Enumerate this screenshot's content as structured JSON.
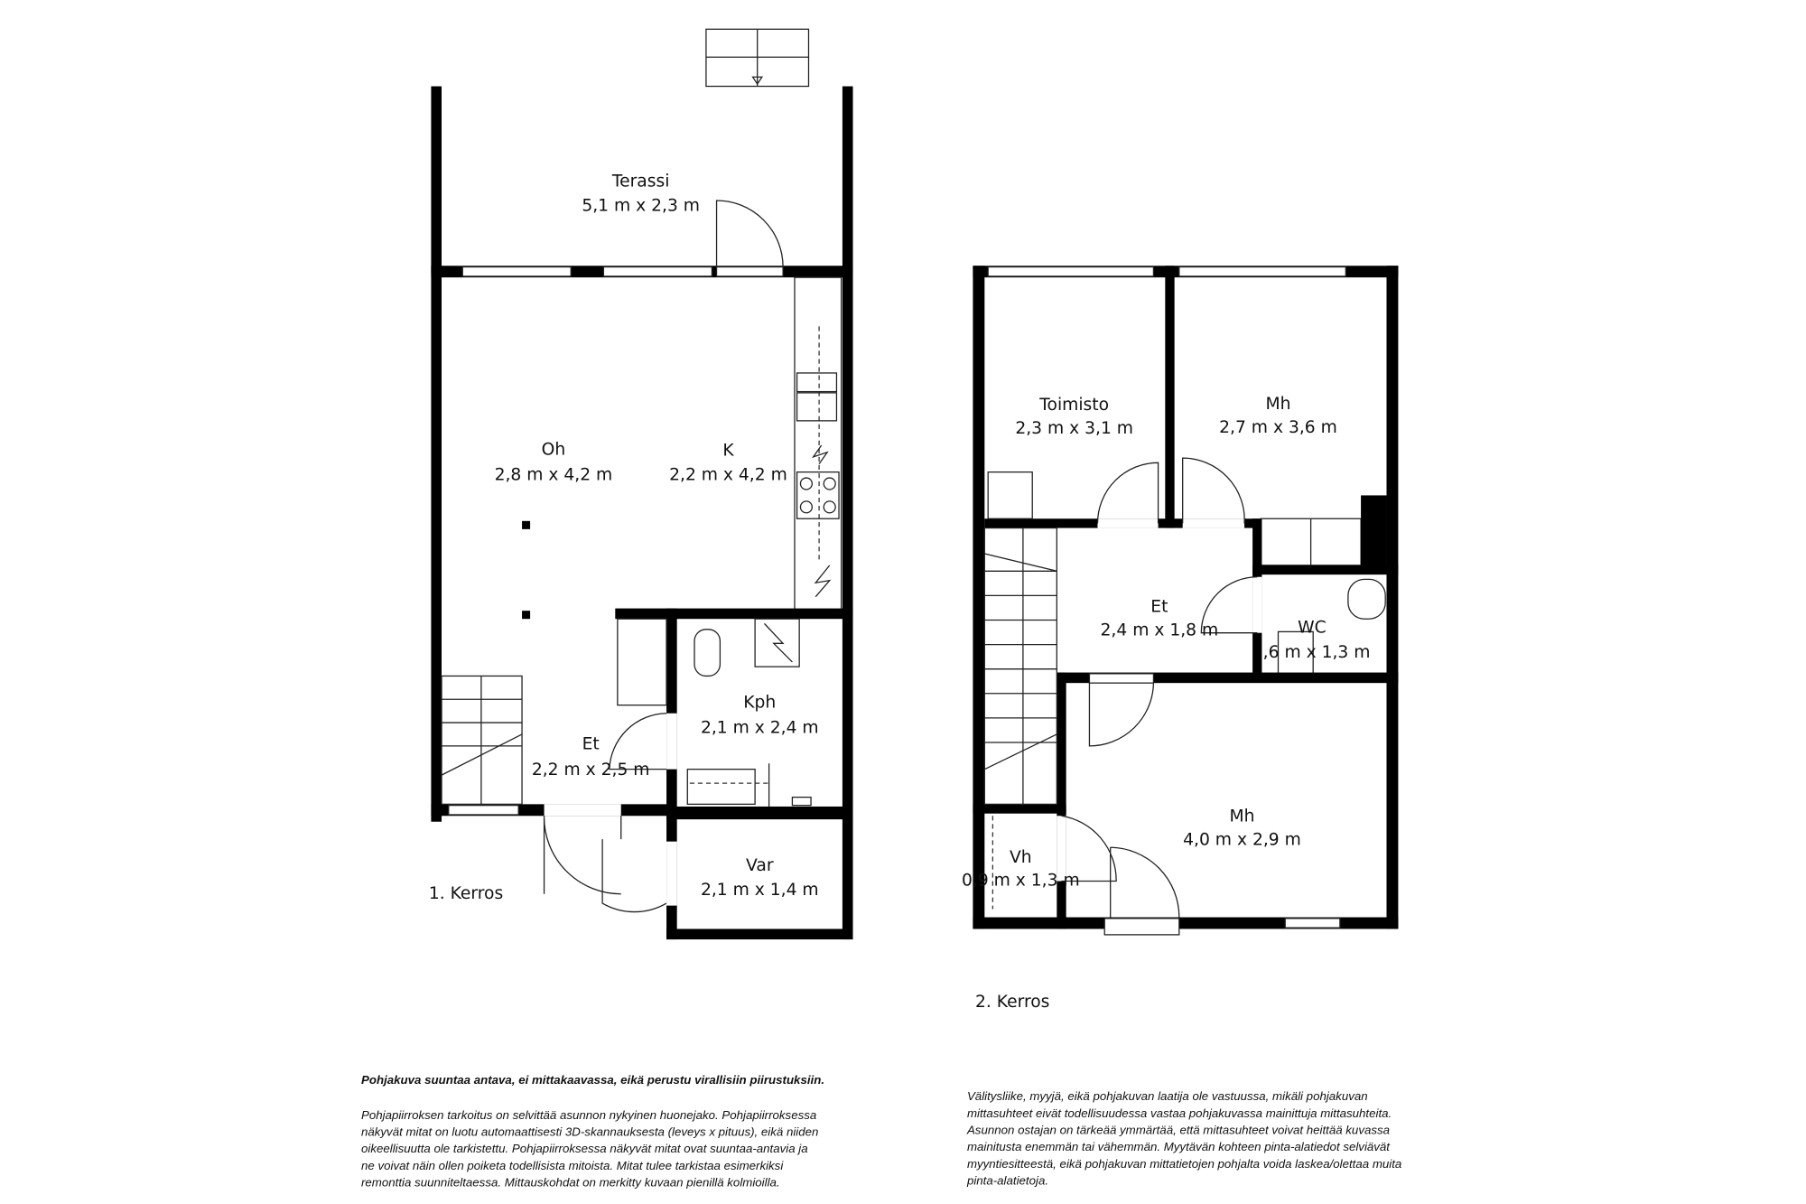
{
  "floor1": {
    "title": "1. Kerros",
    "rooms": [
      {
        "name": "Terassi",
        "size": "5,1 m x 2,3 m"
      },
      {
        "name": "Oh",
        "size": "2,8 m x 4,2 m"
      },
      {
        "name": "K",
        "size": "2,2 m x 4,2 m"
      },
      {
        "name": "Kph",
        "size": "2,1 m x 2,4 m"
      },
      {
        "name": "Et",
        "size": "2,2 m x 2,5 m"
      },
      {
        "name": "Var",
        "size": "2,1 m x 1,4 m"
      }
    ]
  },
  "floor2": {
    "title": "2. Kerros",
    "rooms": [
      {
        "name": "Toimisto",
        "size": "2,3 m x 3,1 m"
      },
      {
        "name": "Mh",
        "size": "2,7 m x 3,6 m"
      },
      {
        "name": "Et",
        "size": "2,4 m x 1,8 m"
      },
      {
        "name": "WC",
        "size": ",6 m x 1,3 m"
      },
      {
        "name": "Mh",
        "size": "4,0 m x 2,9 m"
      },
      {
        "name": "Vh",
        "size": "0,9 m x 1,3 m"
      }
    ]
  },
  "disclaimer": {
    "heading": "Pohjakuva suuntaa antava, ei mittakaavassa, eikä perustu virallisiin piirustuksiin.",
    "left_lines": [
      "Pohjapiirroksen tarkoitus on selvittää asunnon nykyinen huonejako. Pohjapiirroksessa",
      "näkyvät mitat on luotu automaattisesti 3D-skannauksesta (leveys x pituus), eikä niiden",
      "oikeellisuutta ole tarkistettu. Pohjapiirroksessa näkyvät mitat ovat suuntaa-antavia ja",
      "ne voivat näin ollen poiketa todellisista mitoista. Mitat tulee tarkistaa esimerkiksi",
      "remonttia suunniteltaessa. Mittauskohdat on merkitty kuvaan pienillä kolmioilla."
    ],
    "right_lines": [
      "Välitysliike, myyjä, eikä pohjakuvan laatija ole vastuussa, mikäli pohjakuvan",
      "mittasuhteet eivät todellisuudessa vastaa pohjakuvassa mainittuja mittasuhteita.",
      "Asunnon ostajan on tärkeää ymmärtää, että mittasuhteet voivat heittää kuvassa",
      "mainitusta enemmän tai vähemmän. Myytävän kohteen pinta-alatiedot selviävät",
      "myyntiesitteestä, eikä pohjakuvan mittatietojen pohjalta voida laskea/olettaa muita",
      "pinta-alatietoja."
    ]
  }
}
